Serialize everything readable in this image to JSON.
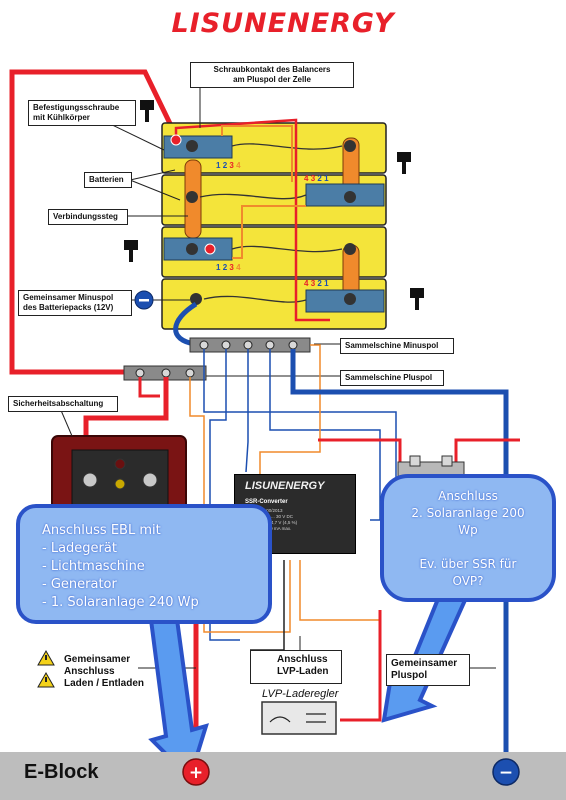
{
  "brand": "LISUNENERGY",
  "labels": {
    "balancer_contact": [
      "Schraubkontakt des Balancers",
      "am Pluspol der Zelle"
    ],
    "mounting_screw": [
      "Befestigungsschraube",
      "mit Kühlkörper"
    ],
    "batteries": "Batterien",
    "connector_bar": "Verbindungssteg",
    "common_minus": [
      "Gemeinsamer Minuspol",
      "des Batteriepacks (12V)"
    ],
    "busbar_minus": "Sammelschine Minuspol",
    "busbar_plus": "Sammelschine Pluspol",
    "safety_cutoff": "Sicherheitsabschaltung",
    "common_connection": [
      "Gemeinsamer",
      "Anschluss",
      "Laden / Entladen"
    ],
    "lvp_charge": [
      "Anschluss",
      "LVP-Laden"
    ],
    "common_pluspol": [
      "Gemeinsamer",
      "Pluspol"
    ],
    "lvp_regulator": "LVP-Laderegler",
    "eblock": "E-Block"
  },
  "balancer_numbers": {
    "asc": [
      "1",
      "2",
      "3",
      "4"
    ],
    "desc": [
      "4",
      "3",
      "2",
      "1"
    ]
  },
  "ssr": {
    "brand": "LISUNENERGY",
    "title": "SSR-Converter",
    "specs": [
      "Version: 1.00/2013",
      "Input:Vₘ = 8 ... 30 V DC",
      "Output: Vₒ = 4,7 V (4,5 %)",
      "Imax: Iₒ ≤ 100 mA max."
    ]
  },
  "bubble_left": {
    "lines": [
      "Anschluss EBL mit",
      "- Ladegerät",
      "- Lichtmaschine",
      "- Generator",
      "- 1. Solaranlage 240 Wp"
    ]
  },
  "bubble_right": {
    "lines": [
      "Anschluss",
      "2. Solaranlage 200",
      "Wp",
      "",
      "Ev. über SSR für",
      "OVP?"
    ]
  },
  "terminals": {
    "plus": "+",
    "minus": "−"
  },
  "colors": {
    "brand_red": "#e8202a",
    "wire_red": "#e8202a",
    "wire_blue": "#1c4fb0",
    "wire_orange": "#f08a2c",
    "battery_yellow": "#f4e43a",
    "bubble_fill": "#8fb8f2",
    "bubble_border": "#2a52c8",
    "arrow_fill": "#5a9bf0"
  }
}
